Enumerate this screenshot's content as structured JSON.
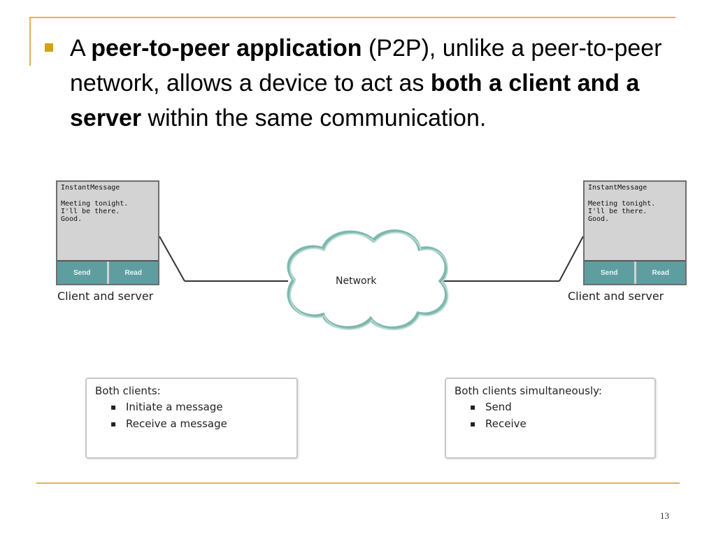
{
  "slide": {
    "text": {
      "p1": "A ",
      "b1": "peer-to-peer application",
      "p2": " (P2P), unlike a peer-to-peer network, allows a device to act as ",
      "b2": "both a client and a server",
      "p3": " within the same communication."
    },
    "page_number": "13"
  },
  "diagram": {
    "left_device": {
      "title": "InstantMessage",
      "lines": [
        "Meeting tonight.",
        "I'll be there.",
        "Good."
      ],
      "send_label": "Send",
      "read_label": "Read",
      "caption": "Client and server"
    },
    "right_device": {
      "title": "InstantMessage",
      "lines": [
        "Meeting tonight.",
        "I'll be there.",
        "Good."
      ],
      "send_label": "Send",
      "read_label": "Read",
      "caption": "Client and server"
    },
    "network_label": "Network",
    "left_box": {
      "heading": "Both clients:",
      "items": [
        "Initiate a message",
        "Receive a message"
      ]
    },
    "right_box": {
      "heading": "Both clients simultaneously:",
      "items": [
        "Send",
        "Receive"
      ]
    }
  },
  "colors": {
    "accent_line": "#e2b34d",
    "bullet": "#d4a017",
    "button_teal": "#5f9ea0",
    "device_grey": "#d3d3d3",
    "cloud_outline": "#7fb8ae"
  }
}
